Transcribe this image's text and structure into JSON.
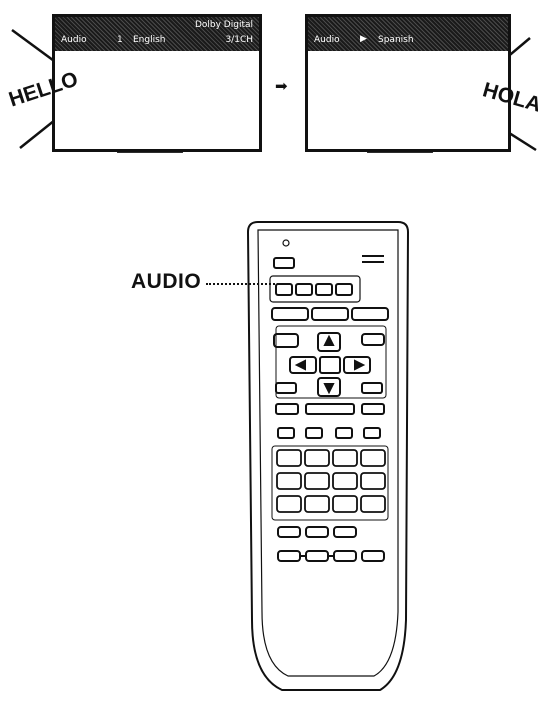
{
  "screens": {
    "before": {
      "osd_format": "Dolby Digital",
      "osd_audio_label": "Audio",
      "osd_track": "1",
      "osd_language": "English",
      "osd_channels": "3/1CH"
    },
    "after": {
      "osd_audio_label": "Audio",
      "osd_arrow": "▶",
      "osd_language": "Spanish"
    }
  },
  "speech": {
    "before_word": "HELLO",
    "after_word": "HOLA"
  },
  "flow_arrow": "➡",
  "callout": {
    "label": "AUDIO"
  }
}
